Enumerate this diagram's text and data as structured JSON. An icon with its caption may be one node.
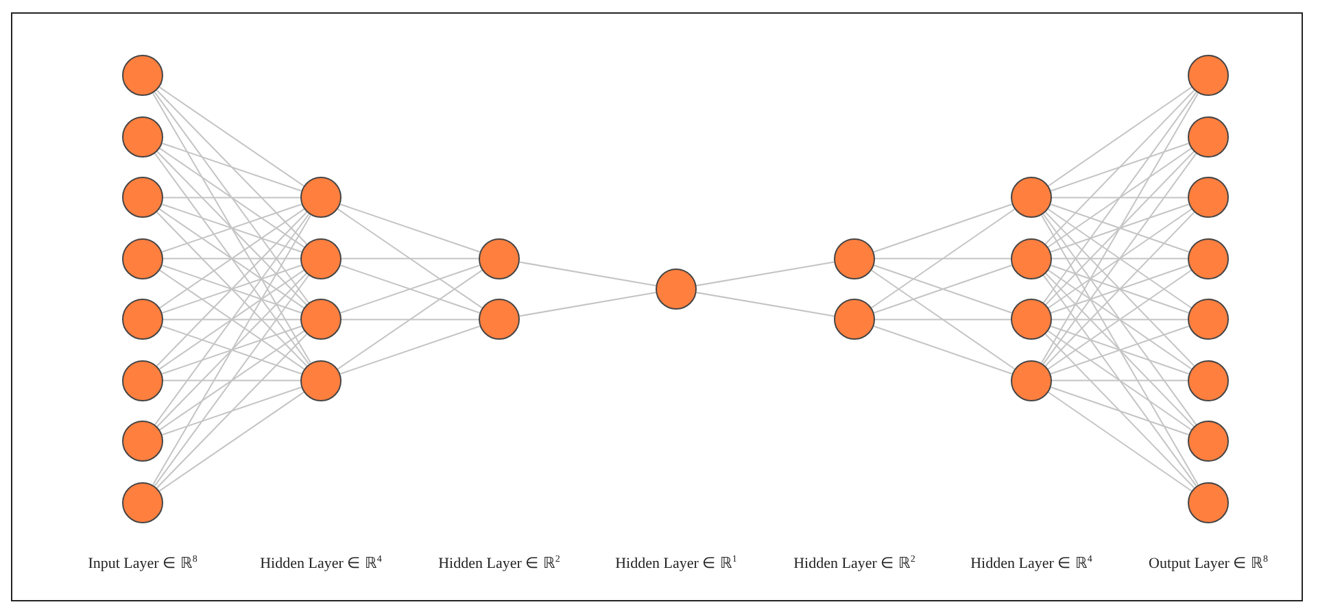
{
  "diagram": {
    "nodes": [
      {
        "text": [],
        "shape": "circle"
      },
      {
        "text": [],
        "shape": "circle"
      },
      {
        "text": [],
        "shape": "circle"
      },
      {
        "text": [],
        "shape": "circle"
      },
      {
        "text": [],
        "shape": "circle"
      },
      {
        "text": [],
        "shape": "circle"
      },
      {
        "text": [],
        "shape": "circle"
      },
      {
        "text": [],
        "shape": "circle"
      },
      {
        "text": [],
        "shape": "circle"
      },
      {
        "text": [],
        "shape": "circle"
      },
      {
        "text": [],
        "shape": "circle"
      },
      {
        "text": [],
        "shape": "circle"
      },
      {
        "text": [],
        "shape": "circle"
      },
      {
        "text": [],
        "shape": "circle"
      },
      {
        "text": [],
        "shape": "circle"
      },
      {
        "text": [],
        "shape": "circle"
      },
      {
        "text": [],
        "shape": "circle"
      },
      {
        "text": [],
        "shape": "circle"
      },
      {
        "text": [],
        "shape": "circle"
      },
      {
        "text": [],
        "shape": "circle"
      },
      {
        "text": [],
        "shape": "circle"
      },
      {
        "text": [],
        "shape": "circle"
      },
      {
        "text": [],
        "shape": "circle"
      },
      {
        "text": [],
        "shape": "circle"
      },
      {
        "text": [],
        "shape": "circle"
      },
      {
        "text": [],
        "shape": "circle"
      },
      {
        "text": [],
        "shape": "circle"
      },
      {
        "text": [],
        "shape": "circle"
      },
      {
        "text": [],
        "shape": "circle"
      }
    ],
    "edges": [
      {
        "from": 0,
        "to": 8,
        "arrow": "none"
      },
      {
        "from": 0,
        "to": 9,
        "arrow": "none"
      },
      {
        "from": 0,
        "to": 10,
        "arrow": "none"
      },
      {
        "from": 0,
        "to": 11,
        "arrow": "none"
      },
      {
        "from": 1,
        "to": 8,
        "arrow": "none"
      },
      {
        "from": 1,
        "to": 9,
        "arrow": "none"
      },
      {
        "from": 1,
        "to": 10,
        "arrow": "none"
      },
      {
        "from": 1,
        "to": 11,
        "arrow": "none"
      },
      {
        "from": 2,
        "to": 8,
        "arrow": "none"
      },
      {
        "from": 2,
        "to": 9,
        "arrow": "none"
      },
      {
        "from": 2,
        "to": 10,
        "arrow": "none"
      },
      {
        "from": 2,
        "to": 11,
        "arrow": "none"
      },
      {
        "from": 3,
        "to": 8,
        "arrow": "none"
      },
      {
        "from": 3,
        "to": 9,
        "arrow": "none"
      },
      {
        "from": 3,
        "to": 10,
        "arrow": "none"
      },
      {
        "from": 3,
        "to": 11,
        "arrow": "none"
      },
      {
        "from": 4,
        "to": 8,
        "arrow": "none"
      },
      {
        "from": 4,
        "to": 9,
        "arrow": "none"
      },
      {
        "from": 4,
        "to": 10,
        "arrow": "none"
      },
      {
        "from": 4,
        "to": 11,
        "arrow": "none"
      },
      {
        "from": 5,
        "to": 8,
        "arrow": "none"
      },
      {
        "from": 5,
        "to": 9,
        "arrow": "none"
      },
      {
        "from": 5,
        "to": 10,
        "arrow": "none"
      },
      {
        "from": 5,
        "to": 11,
        "arrow": "none"
      },
      {
        "from": 6,
        "to": 8,
        "arrow": "none"
      },
      {
        "from": 6,
        "to": 9,
        "arrow": "none"
      },
      {
        "from": 6,
        "to": 10,
        "arrow": "none"
      },
      {
        "from": 6,
        "to": 11,
        "arrow": "none"
      },
      {
        "from": 7,
        "to": 8,
        "arrow": "none"
      },
      {
        "from": 7,
        "to": 9,
        "arrow": "none"
      },
      {
        "from": 7,
        "to": 10,
        "arrow": "none"
      },
      {
        "from": 7,
        "to": 11,
        "arrow": "none"
      },
      {
        "from": 8,
        "to": 12,
        "arrow": "none"
      },
      {
        "from": 8,
        "to": 13,
        "arrow": "none"
      },
      {
        "from": 9,
        "to": 12,
        "arrow": "none"
      },
      {
        "from": 9,
        "to": 13,
        "arrow": "none"
      },
      {
        "from": 10,
        "to": 12,
        "arrow": "none"
      },
      {
        "from": 10,
        "to": 13,
        "arrow": "none"
      },
      {
        "from": 11,
        "to": 12,
        "arrow": "none"
      },
      {
        "from": 11,
        "to": 13,
        "arrow": "none"
      },
      {
        "from": 12,
        "to": 14,
        "arrow": "none"
      },
      {
        "from": 13,
        "to": 14,
        "arrow": "none"
      },
      {
        "from": 14,
        "to": 15,
        "arrow": "none"
      },
      {
        "from": 14,
        "to": 16,
        "arrow": "none"
      },
      {
        "from": 15,
        "to": 17,
        "arrow": "none"
      },
      {
        "from": 15,
        "to": 18,
        "arrow": "none"
      },
      {
        "from": 15,
        "to": 19,
        "arrow": "none"
      },
      {
        "from": 15,
        "to": 20,
        "arrow": "none"
      },
      {
        "from": 16,
        "to": 17,
        "arrow": "none"
      },
      {
        "from": 16,
        "to": 18,
        "arrow": "none"
      },
      {
        "from": 16,
        "to": 19,
        "arrow": "none"
      },
      {
        "from": 16,
        "to": 20,
        "arrow": "none"
      },
      {
        "from": 17,
        "to": 21,
        "arrow": "none"
      },
      {
        "from": 17,
        "to": 22,
        "arrow": "none"
      },
      {
        "from": 17,
        "to": 23,
        "arrow": "none"
      },
      {
        "from": 17,
        "to": 24,
        "arrow": "none"
      },
      {
        "from": 17,
        "to": 25,
        "arrow": "none"
      },
      {
        "from": 17,
        "to": 26,
        "arrow": "none"
      },
      {
        "from": 17,
        "to": 27,
        "arrow": "none"
      },
      {
        "from": 17,
        "to": 28,
        "arrow": "none"
      },
      {
        "from": 18,
        "to": 21,
        "arrow": "none"
      },
      {
        "from": 18,
        "to": 22,
        "arrow": "none"
      },
      {
        "from": 18,
        "to": 23,
        "arrow": "none"
      },
      {
        "from": 18,
        "to": 24,
        "arrow": "none"
      },
      {
        "from": 18,
        "to": 25,
        "arrow": "none"
      },
      {
        "from": 18,
        "to": 26,
        "arrow": "none"
      },
      {
        "from": 18,
        "to": 27,
        "arrow": "none"
      },
      {
        "from": 18,
        "to": 28,
        "arrow": "none"
      },
      {
        "from": 19,
        "to": 21,
        "arrow": "none"
      },
      {
        "from": 19,
        "to": 22,
        "arrow": "none"
      },
      {
        "from": 19,
        "to": 23,
        "arrow": "none"
      },
      {
        "from": 19,
        "to": 24,
        "arrow": "none"
      },
      {
        "from": 19,
        "to": 25,
        "arrow": "none"
      },
      {
        "from": 19,
        "to": 26,
        "arrow": "none"
      },
      {
        "from": 19,
        "to": 27,
        "arrow": "none"
      },
      {
        "from": 19,
        "to": 28,
        "arrow": "none"
      },
      {
        "from": 20,
        "to": 21,
        "arrow": "none"
      },
      {
        "from": 20,
        "to": 22,
        "arrow": "none"
      },
      {
        "from": 20,
        "to": 23,
        "arrow": "none"
      },
      {
        "from": 20,
        "to": 24,
        "arrow": "none"
      },
      {
        "from": 20,
        "to": 25,
        "arrow": "none"
      },
      {
        "from": 20,
        "to": 26,
        "arrow": "none"
      },
      {
        "from": 20,
        "to": 27,
        "arrow": "none"
      },
      {
        "from": 20,
        "to": 28,
        "arrow": "none"
      }
    ],
    "labels": [
      "Input Layer ∈ ℝ$^{8}$",
      "Hidden Layer ∈ ℝ$^{4}$",
      "Hidden Layer ∈ ℝ$^{2}$",
      "Hidden Layer ∈ ℝ$^{1}$",
      "Hidden Layer ∈ ℝ$^{2}$",
      "Hidden Layer ∈ ℝ$^{4}$",
      "Output Layer ∈ ℝ$^{8}$"
    ]
  }
}
